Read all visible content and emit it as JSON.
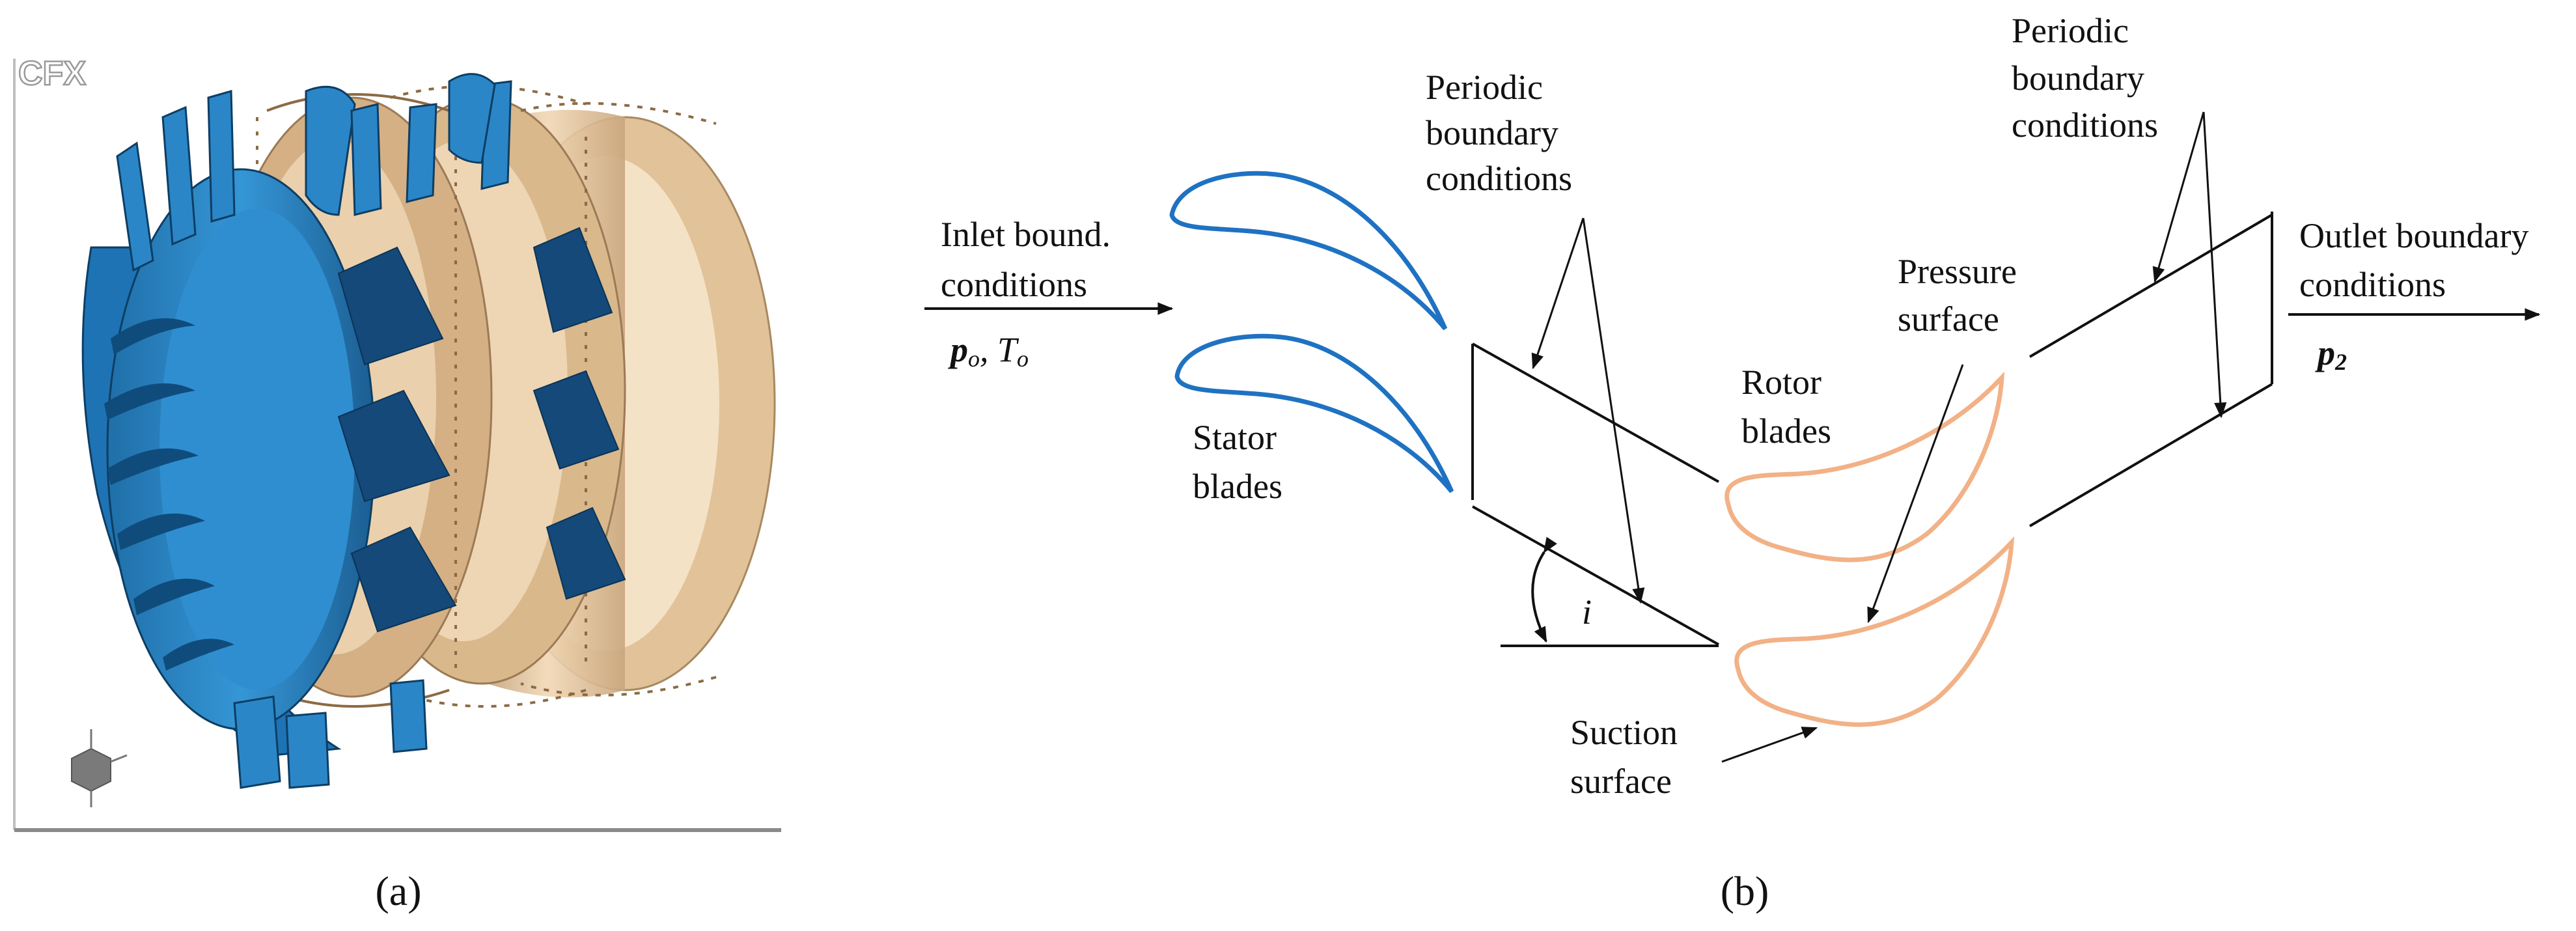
{
  "panel_a": {
    "software_logo": "CFX",
    "caption": "(a)",
    "colors": {
      "blade_blue": "#2a86c8",
      "blade_dark": "#0d3e63",
      "rotor_tan": "#e8c9a0",
      "rotor_tan_dark": "#9c7a55"
    }
  },
  "panel_b": {
    "caption": "(b)",
    "labels": {
      "inlet_line1": "Inlet bound.",
      "inlet_line2": "conditions",
      "inlet_vars_p": "p",
      "inlet_vars_p_sub": "o",
      "inlet_vars_sep": ", ",
      "inlet_vars_T": "T",
      "inlet_vars_T_sub": "o",
      "periodic_left_line1": "Periodic",
      "periodic_left_line2": "boundary",
      "periodic_left_line3": "conditions",
      "stator_line1": "Stator",
      "stator_line2": "blades",
      "angle": "i",
      "rotor_line1": "Rotor",
      "rotor_line2": "blades",
      "pressure_line1": "Pressure",
      "pressure_line2": "surface",
      "suction_line1": "Suction",
      "suction_line2": "surface",
      "periodic_right_line1": "Periodic",
      "periodic_right_line2": "boundary",
      "periodic_right_line3": "conditions",
      "outlet_line1": "Outlet boundary",
      "outlet_line2": "conditions",
      "outlet_var_p": "p",
      "outlet_var_sub": "2"
    },
    "colors": {
      "stator": "#1f72c2",
      "rotor": "#f2b186",
      "lines": "#111111"
    }
  }
}
